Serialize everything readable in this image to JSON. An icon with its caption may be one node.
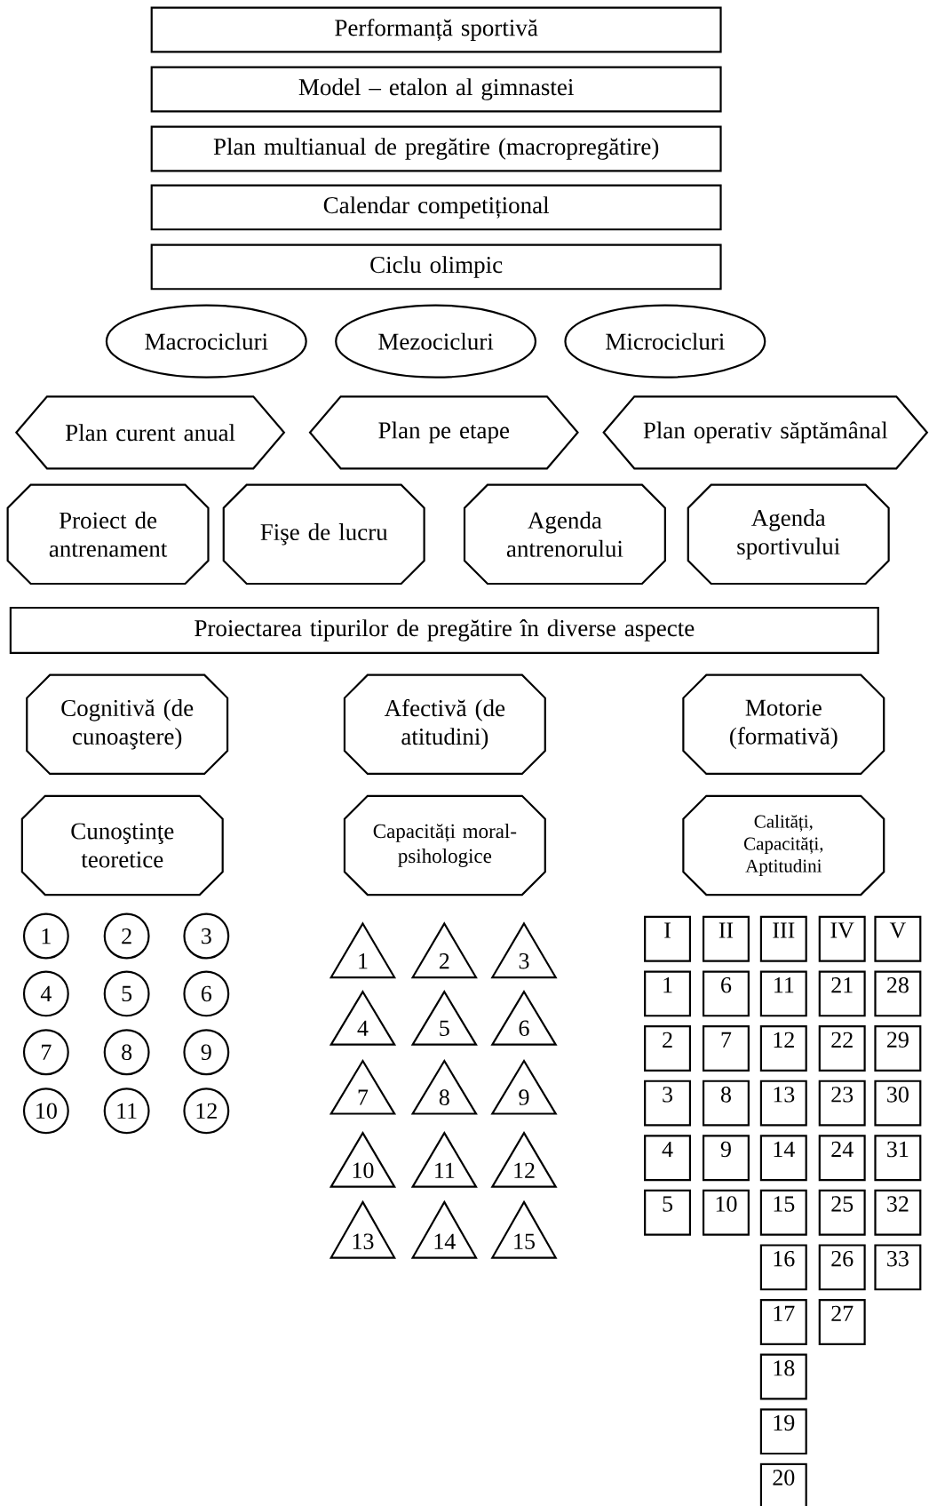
{
  "diagram": {
    "nodes": [
      {
        "text": [
          "Performanță sportivă"
        ]
      },
      {
        "text": [
          "Model – etalon al gimnastei"
        ]
      },
      {
        "text": [
          "Plan multianual de pregătire (macropregătire)"
        ]
      },
      {
        "text": [
          "Calendar competițional"
        ]
      },
      {
        "text": [
          "Ciclu olimpic"
        ]
      },
      {
        "text": [
          "Macrocicluri"
        ]
      },
      {
        "text": [
          "Mezocicluri"
        ]
      },
      {
        "text": [
          "Microcicluri"
        ]
      },
      {
        "text": [
          "Plan curent anual"
        ]
      },
      {
        "text": [
          "Plan pe etape"
        ]
      },
      {
        "text": [
          "Plan operativ săptămânal"
        ]
      },
      {
        "text": [
          "Proiect de antrenament"
        ]
      },
      {
        "text": [
          "Fişe de lucru"
        ]
      },
      {
        "text": [
          "Agenda antrenorului"
        ]
      },
      {
        "text": [
          "Agenda sportivului"
        ]
      },
      {
        "text": [
          "Proiectarea tipurilor de pregătire în diverse aspecte"
        ]
      },
      {
        "text": [
          "Cognitivă (de cunoaştere)"
        ]
      },
      {
        "text": [
          "Afectivă (de atitudini)"
        ]
      },
      {
        "text": [
          "Motorie (formativă)"
        ]
      },
      {
        "text": [
          "Cunoştinţe teoretice"
        ]
      },
      {
        "text": [
          "Capacități moral-psihologice"
        ]
      },
      {
        "text": [
          "Calități, Capacități, Aptitudini"
        ]
      },
      {
        "text": [
          "1"
        ]
      },
      {
        "text": [
          "2"
        ]
      },
      {
        "text": [
          "3"
        ]
      },
      {
        "text": [
          "4"
        ]
      },
      {
        "text": [
          "5"
        ]
      },
      {
        "text": [
          "6"
        ]
      },
      {
        "text": [
          "7"
        ]
      },
      {
        "text": [
          "8"
        ]
      },
      {
        "text": [
          "9"
        ]
      },
      {
        "text": [
          "10"
        ]
      },
      {
        "text": [
          "11"
        ]
      },
      {
        "text": [
          "12"
        ]
      },
      {
        "text": [
          "1"
        ]
      },
      {
        "text": [
          "2"
        ]
      },
      {
        "text": [
          "3"
        ]
      },
      {
        "text": [
          "4"
        ]
      },
      {
        "text": [
          "5"
        ]
      },
      {
        "text": [
          "6"
        ]
      },
      {
        "text": [
          "7"
        ]
      },
      {
        "text": [
          "8"
        ]
      },
      {
        "text": [
          "9"
        ]
      },
      {
        "text": [
          "10"
        ]
      },
      {
        "text": [
          "11"
        ]
      },
      {
        "text": [
          "12"
        ]
      },
      {
        "text": [
          "13"
        ]
      },
      {
        "text": [
          "14"
        ]
      },
      {
        "text": [
          "15"
        ]
      },
      {
        "text": [
          "I"
        ]
      },
      {
        "text": [
          "1"
        ]
      },
      {
        "text": [
          "2"
        ]
      },
      {
        "text": [
          "3"
        ]
      },
      {
        "text": [
          "4"
        ]
      },
      {
        "text": [
          "5"
        ]
      },
      {
        "text": [
          "II"
        ]
      },
      {
        "text": [
          "6"
        ]
      },
      {
        "text": [
          "7"
        ]
      },
      {
        "text": [
          "8"
        ]
      },
      {
        "text": [
          "9"
        ]
      },
      {
        "text": [
          "10"
        ]
      },
      {
        "text": [
          "III"
        ]
      },
      {
        "text": [
          "11"
        ]
      },
      {
        "text": [
          "12"
        ]
      },
      {
        "text": [
          "13"
        ]
      },
      {
        "text": [
          "14"
        ]
      },
      {
        "text": [
          "15"
        ]
      },
      {
        "text": [
          "16"
        ]
      },
      {
        "text": [
          "17"
        ]
      },
      {
        "text": [
          "18"
        ]
      },
      {
        "text": [
          "19"
        ]
      },
      {
        "text": [
          "20"
        ]
      },
      {
        "text": [
          "IV"
        ]
      },
      {
        "text": [
          "21"
        ]
      },
      {
        "text": [
          "22"
        ]
      },
      {
        "text": [
          "23"
        ]
      },
      {
        "text": [
          "24"
        ]
      },
      {
        "text": [
          "25"
        ]
      },
      {
        "text": [
          "26"
        ]
      },
      {
        "text": [
          "27"
        ]
      },
      {
        "text": [
          "V"
        ]
      },
      {
        "text": [
          "28"
        ]
      },
      {
        "text": [
          "29"
        ]
      },
      {
        "text": [
          "30"
        ]
      },
      {
        "text": [
          "31"
        ]
      },
      {
        "text": [
          "32"
        ]
      },
      {
        "text": [
          "33"
        ]
      }
    ]
  }
}
